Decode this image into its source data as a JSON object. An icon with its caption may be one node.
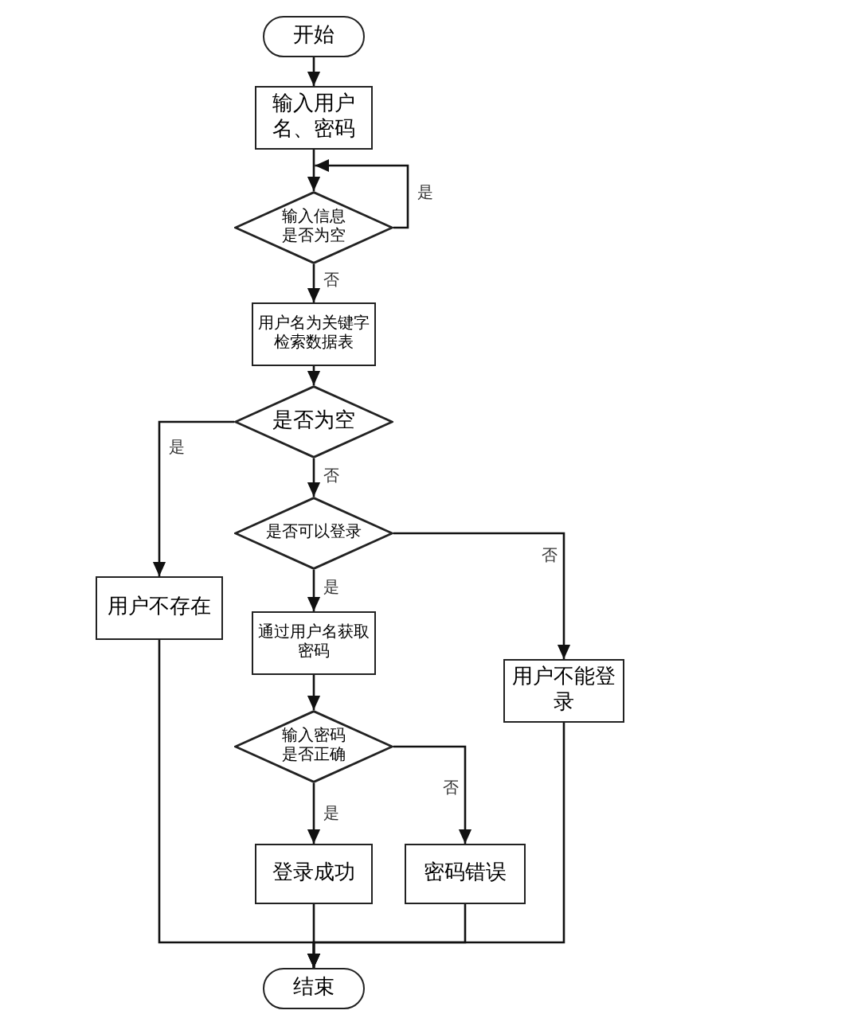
{
  "diagram": {
    "nodes": [
      {
        "text": [
          "开始"
        ]
      },
      {
        "text": [
          "输入用户名、密码"
        ]
      },
      {
        "text": [
          "输入信息是否为空"
        ]
      },
      {
        "text": [
          "用户名为关键字检索数据表"
        ]
      },
      {
        "text": [
          "是否为空"
        ]
      },
      {
        "text": [
          "是否可以登录"
        ]
      },
      {
        "text": [
          "用户不存在"
        ]
      },
      {
        "text": [
          "通过用户名获取密码"
        ]
      },
      {
        "text": [
          "用户不能登录"
        ]
      },
      {
        "text": [
          "输入密码是否正确"
        ]
      },
      {
        "text": [
          "登录成功"
        ]
      },
      {
        "text": [
          "密码错误"
        ]
      },
      {
        "text": [
          "结束"
        ]
      }
    ],
    "edges": [
      {
        "from": 0,
        "to": 1,
        "arrow": "to"
      },
      {
        "from": 1,
        "to": 2,
        "arrow": "to"
      },
      {
        "from": 2,
        "to": 2,
        "arrow": "to",
        "label": "是"
      },
      {
        "from": 2,
        "to": 3,
        "arrow": "to",
        "label": "否"
      },
      {
        "from": 3,
        "to": 4,
        "arrow": "to"
      },
      {
        "from": 4,
        "to": 6,
        "arrow": "to",
        "label": "是"
      },
      {
        "from": 4,
        "to": 5,
        "arrow": "to",
        "label": "否"
      },
      {
        "from": 5,
        "to": 8,
        "arrow": "to",
        "label": "否"
      },
      {
        "from": 5,
        "to": 7,
        "arrow": "to",
        "label": "是"
      },
      {
        "from": 7,
        "to": 9,
        "arrow": "to"
      },
      {
        "from": 9,
        "to": 10,
        "arrow": "to",
        "label": "是"
      },
      {
        "from": 9,
        "to": 11,
        "arrow": "to",
        "label": "否"
      },
      {
        "from": 6,
        "to": 12,
        "arrow": "to"
      },
      {
        "from": 10,
        "to": 12,
        "arrow": "to"
      },
      {
        "from": 11,
        "to": 12,
        "arrow": "to"
      },
      {
        "from": 8,
        "to": 12,
        "arrow": "to"
      }
    ]
  }
}
